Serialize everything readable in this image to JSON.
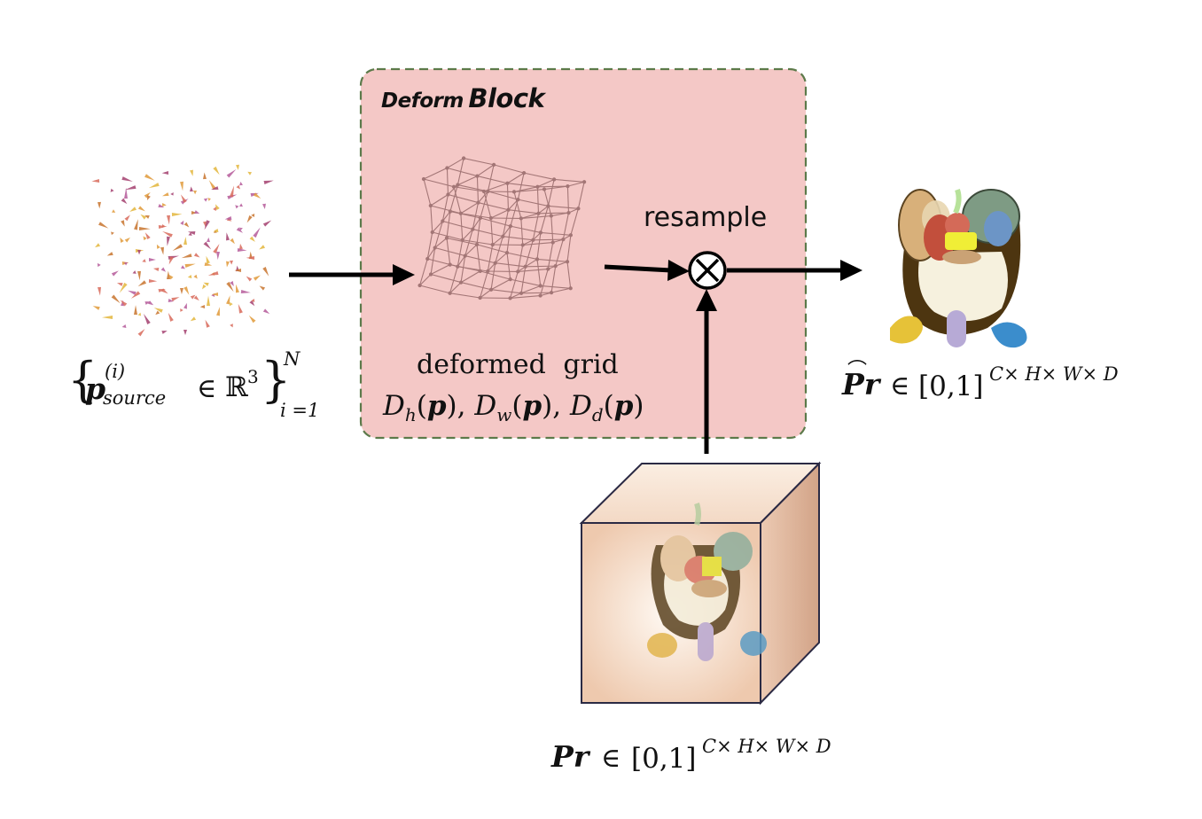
{
  "block": {
    "title_word1": "Deform",
    "title_word2": "Block"
  },
  "labels": {
    "resample": "resample",
    "deformed_grid": "deformed  grid"
  },
  "formulas": {
    "grid": {
      "D": "D",
      "sub_h": "h",
      "sub_w": "w",
      "sub_d": "d",
      "p": "p"
    },
    "source": {
      "p": "p",
      "sup": "(i)",
      "sub": "source",
      "set": "ℝ",
      "dim": "3",
      "upper": "N",
      "lower": "i =1"
    },
    "output": {
      "symbol": "Pr",
      "in": "∈",
      "interval": "[0,1]",
      "shape": "C× H× W× D"
    },
    "input": {
      "symbol": "Pr",
      "in": "∈",
      "interval": "[0,1]",
      "shape": "C× H× W× D"
    }
  },
  "colors": {
    "block_fill": "#f4c8c6",
    "block_border": "#5c7a4a",
    "cube_front": "#f3dcc9",
    "cube_side": "#d9ad94",
    "cube_edge": "#2b2a44",
    "grid_line": "#9b6e6e"
  },
  "icons": {
    "operator": "circled-times-icon",
    "arrow": "right-arrow"
  }
}
